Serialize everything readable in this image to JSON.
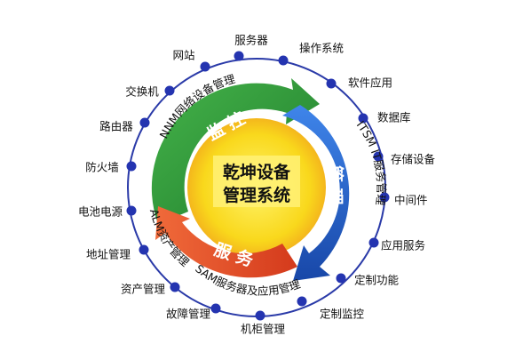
{
  "center": {
    "line1": "乾坤设备",
    "line2": "管理系统"
  },
  "segments": {
    "monitor": "监 控",
    "manage": "管 理",
    "service": "服 务"
  },
  "arc_labels": {
    "nnm": "NNM网络设备管理",
    "itsm": "ITSM IT服务管理",
    "alm": "ALM资产管理",
    "sam": "SAM服务器及应用管理"
  },
  "ring_items": [
    "服务器",
    "操作系统",
    "软件应用",
    "数据库",
    "存储设备",
    "中间件",
    "应用服务",
    "定制功能",
    "定制监控",
    "机柜管理",
    "故障管理",
    "资产管理",
    "地址管理",
    "电池电源",
    "防火墙",
    "路由器",
    "交换机",
    "网站"
  ],
  "colors": {
    "ring_line": "#2a3aa8",
    "ring_dot": "#2434b0",
    "green": "#2e9b3a",
    "blue": "#1f5fcf",
    "red": "#e04a2a",
    "center_fill": "#f7e21a",
    "center_glow": "#f2a81d",
    "highlight_box": "#fff176"
  }
}
